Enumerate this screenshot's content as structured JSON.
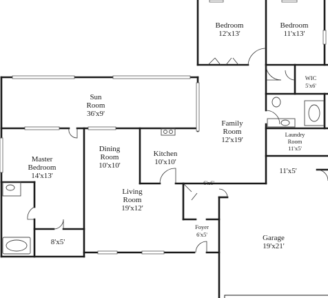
{
  "rooms": {
    "bedroom_a": {
      "name": "Bedroom",
      "size": "12'x13'"
    },
    "bedroom_b": {
      "name": "Bedroom",
      "size": "11'x13'"
    },
    "wic": {
      "name": "WIC",
      "size": "5'x6'"
    },
    "sun_room": {
      "name_line1": "Sun",
      "name_line2": "Room",
      "size": "36'x9'"
    },
    "family_room": {
      "name_line1": "Family",
      "name_line2": "Room",
      "size": "12'x19'"
    },
    "laundry": {
      "name_line1": "Laundry",
      "name_line2": "Room",
      "size": "11'x5'"
    },
    "master": {
      "name_line1": "Master",
      "name_line2": "Bedroom",
      "size": "14'x13'"
    },
    "dining": {
      "name_line1": "Dining",
      "name_line2": "Room",
      "size": "10'x10'"
    },
    "kitchen": {
      "name": "Kitchen",
      "size": "10'x10'"
    },
    "storage": {
      "size": "11'x5'"
    },
    "closet_66": {
      "size": "6'x6'"
    },
    "living": {
      "name_line1": "Living",
      "name_line2": "Room",
      "size": "19'x12'"
    },
    "foyer": {
      "name": "Foyer",
      "size": "6'x5'"
    },
    "closet_85": {
      "size": "8'x5'"
    },
    "garage": {
      "name": "Garage",
      "size": "19'x21'"
    }
  }
}
